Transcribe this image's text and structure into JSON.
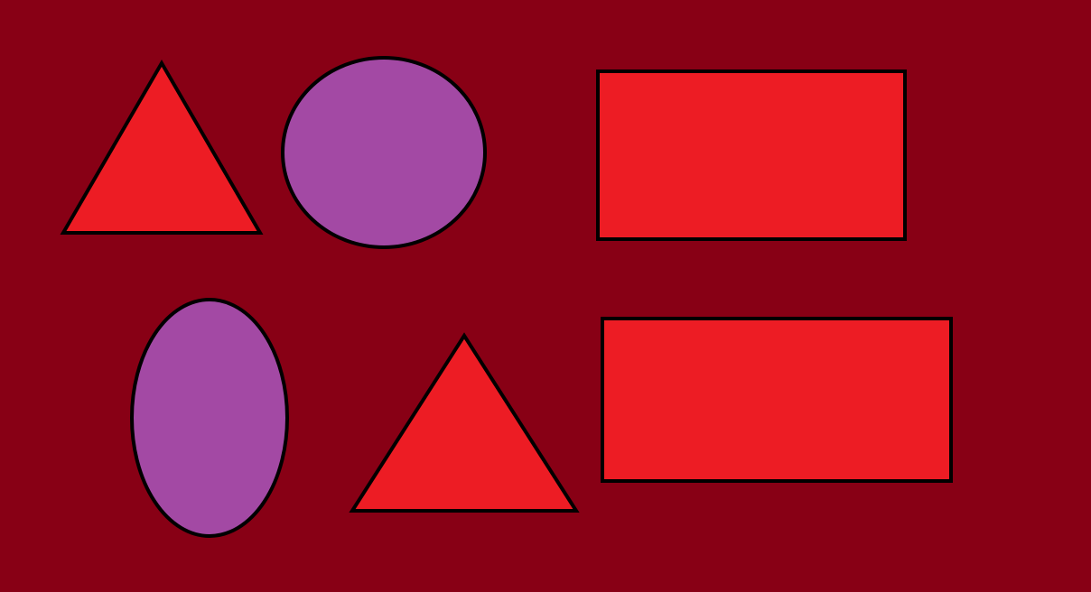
{
  "colors": {
    "background": "#880015",
    "triangle_fill": "#ED1C24",
    "circle_fill": "#A349A4",
    "rectangle_fill": "#ED1C24",
    "outline": "#000000"
  },
  "shapes": [
    {
      "kind": "triangle",
      "fill": "triangle_fill"
    },
    {
      "kind": "circle",
      "fill": "circle_fill"
    },
    {
      "kind": "rectangle",
      "fill": "rectangle_fill"
    },
    {
      "kind": "ellipse",
      "fill": "circle_fill"
    },
    {
      "kind": "triangle",
      "fill": "triangle_fill"
    },
    {
      "kind": "rectangle",
      "fill": "rectangle_fill"
    }
  ]
}
